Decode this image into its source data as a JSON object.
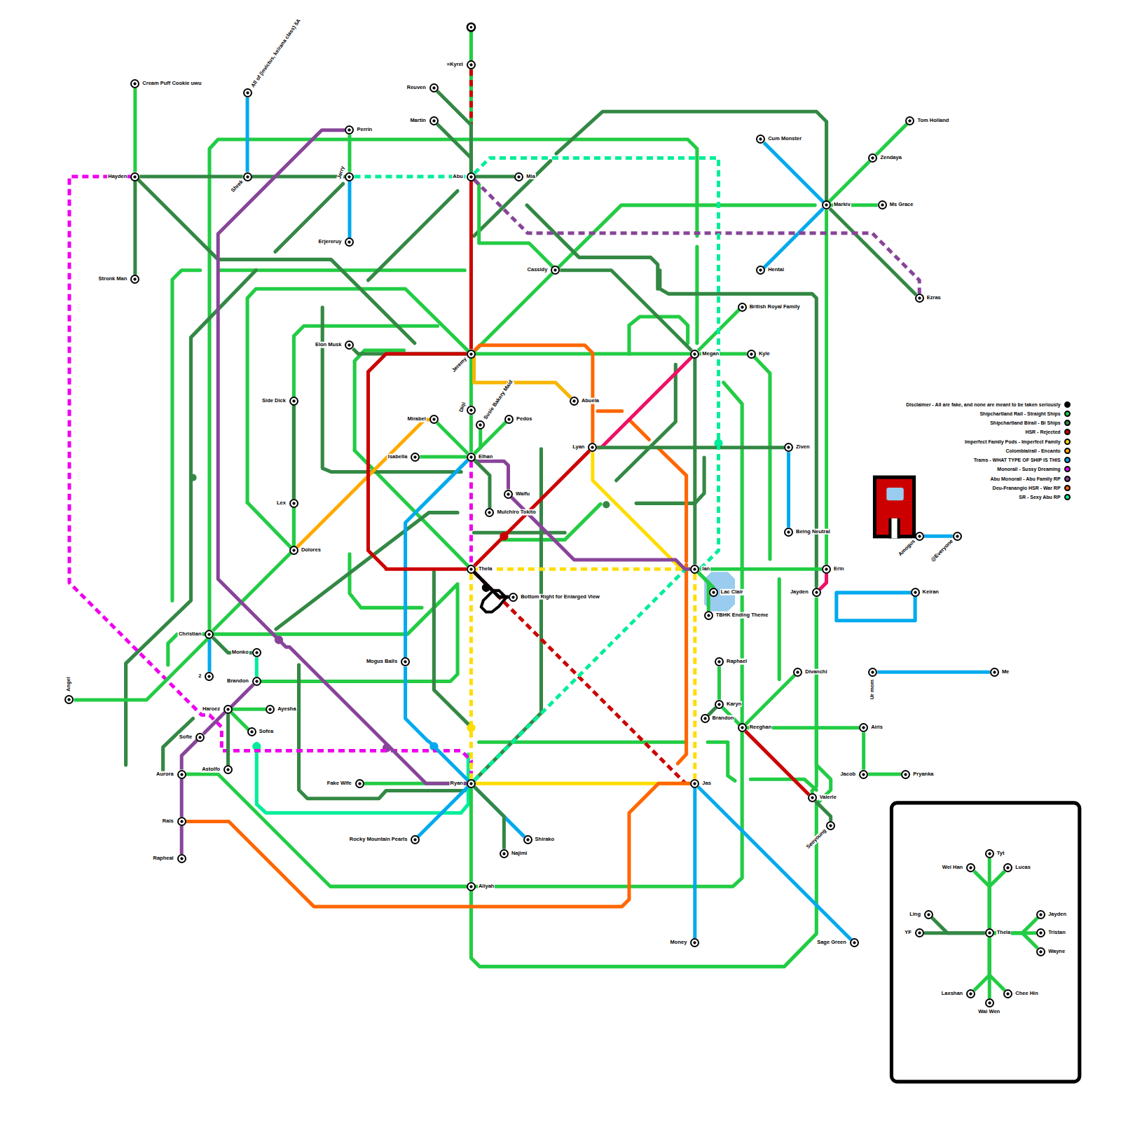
{
  "diagram": {
    "nodes": [
      {
        "text": [
          "=Kyrel"
        ]
      },
      {
        "text": [
          "Reuven"
        ]
      },
      {
        "text": [
          "Martin"
        ]
      },
      {
        "text": [
          "Cream Puff Cookie uwu"
        ]
      },
      {
        "text": [
          "All of (invictus, keirana class) 5A"
        ]
      },
      {
        "text": [
          "Perrin"
        ]
      },
      {
        "text": [
          "Tom Holland"
        ]
      },
      {
        "text": [
          "Cum Monster"
        ]
      },
      {
        "text": [
          "Zendaya"
        ]
      },
      {
        "text": [
          "Hayden"
        ]
      },
      {
        "text": [
          "Shrek"
        ]
      },
      {
        "text": [
          "Jerry"
        ]
      },
      {
        "text": [
          "Abu"
        ]
      },
      {
        "text": [
          "Mia"
        ]
      },
      {
        "text": [
          "Markiv"
        ]
      },
      {
        "text": [
          "Ms Grace"
        ]
      },
      {
        "text": [
          "Erjereruy"
        ]
      },
      {
        "text": [
          "Cassidy"
        ]
      },
      {
        "text": [
          "Hentai"
        ]
      },
      {
        "text": [
          "Stronk Man"
        ]
      },
      {
        "text": [
          "Ezras"
        ]
      },
      {
        "text": [
          "British Royal Family"
        ]
      },
      {
        "text": [
          "Elon Musk"
        ]
      },
      {
        "text": [
          "Jeremy"
        ]
      },
      {
        "text": [
          "Megan"
        ]
      },
      {
        "text": [
          "Kyle"
        ]
      },
      {
        "text": [
          "Side Dick"
        ]
      },
      {
        "text": [
          "Abuela"
        ]
      },
      {
        "text": [
          "Diqi"
        ]
      },
      {
        "text": [
          "Mirabel"
        ]
      },
      {
        "text": [
          "Pedos"
        ]
      },
      {
        "text": [
          "Susie Bakery Maid"
        ]
      },
      {
        "text": [
          "Lyan"
        ]
      },
      {
        "text": [
          "Ziven"
        ]
      },
      {
        "text": [
          "Isabella"
        ]
      },
      {
        "text": [
          "Elhan"
        ]
      },
      {
        "text": [
          "Waifu"
        ]
      },
      {
        "text": [
          "Lex"
        ]
      },
      {
        "text": [
          "Mulchiro Tokito"
        ]
      },
      {
        "text": [
          "Being Neutral"
        ]
      },
      {
        "text": [
          "Amogus"
        ]
      },
      {
        "text": [
          "@Everyone"
        ]
      },
      {
        "text": [
          "Dolores"
        ]
      },
      {
        "text": [
          "Thela"
        ]
      },
      {
        "text": [
          "Ian"
        ]
      },
      {
        "text": [
          "Erin"
        ]
      },
      {
        "text": [
          "Lac Clair"
        ]
      },
      {
        "text": [
          "Jayden"
        ]
      },
      {
        "text": [
          "Keiran"
        ]
      },
      {
        "text": [
          "Bottom Right for Enlarged View"
        ]
      },
      {
        "text": [
          "TBHK Ending Theme"
        ]
      },
      {
        "text": [
          "Christian"
        ]
      },
      {
        "text": [
          "Monko"
        ]
      },
      {
        "text": [
          "Mogus Balls"
        ]
      },
      {
        "text": [
          "Raphael"
        ]
      },
      {
        "text": [
          "Ur mom"
        ]
      },
      {
        "text": [
          "Me"
        ]
      },
      {
        "text": [
          "Divanchi"
        ]
      },
      {
        "text": [
          "2"
        ]
      },
      {
        "text": [
          "Brandon"
        ]
      },
      {
        "text": [
          "Angel"
        ]
      },
      {
        "text": [
          "Haroez"
        ]
      },
      {
        "text": [
          "Ayesha"
        ]
      },
      {
        "text": [
          "Karyn"
        ]
      },
      {
        "text": [
          "Brandon"
        ]
      },
      {
        "text": [
          "Reeghan"
        ]
      },
      {
        "text": [
          "Airis"
        ]
      },
      {
        "text": [
          "Sofea"
        ]
      },
      {
        "text": [
          "Sofie"
        ]
      },
      {
        "text": [
          "Astolfo"
        ]
      },
      {
        "text": [
          "Aurora"
        ]
      },
      {
        "text": [
          "Jacob"
        ]
      },
      {
        "text": [
          "Pryanka"
        ]
      },
      {
        "text": [
          "Fake Wife"
        ]
      },
      {
        "text": [
          "Ryan"
        ]
      },
      {
        "text": [
          "Jas"
        ]
      },
      {
        "text": [
          "Valerie"
        ]
      },
      {
        "text": [
          "Rais"
        ]
      },
      {
        "text": [
          "Seoyoung"
        ]
      },
      {
        "text": [
          "Rocky Mountain Pearls"
        ]
      },
      {
        "text": [
          "Shirako"
        ]
      },
      {
        "text": [
          "Najimi"
        ]
      },
      {
        "text": [
          "Rapheal"
        ]
      },
      {
        "text": [
          "Aliyah"
        ]
      },
      {
        "text": [
          "Money"
        ]
      },
      {
        "text": [
          "Sage Green"
        ]
      },
      {
        "text": [
          "Tyt"
        ]
      },
      {
        "text": [
          "Wei Han"
        ]
      },
      {
        "text": [
          "Lucas"
        ]
      },
      {
        "text": [
          "Ling"
        ]
      },
      {
        "text": [
          "Jayden"
        ]
      },
      {
        "text": [
          "YF"
        ]
      },
      {
        "text": [
          "Thela"
        ]
      },
      {
        "text": [
          "Tristan"
        ]
      },
      {
        "text": [
          "Wayne"
        ]
      },
      {
        "text": [
          "Laxshan"
        ]
      },
      {
        "text": [
          "Chee Hin"
        ]
      },
      {
        "text": [
          "Wai Wen"
        ]
      }
    ],
    "edges": [
      {
        "from": 0,
        "to": 12,
        "arrow": "none"
      },
      {
        "from": 1,
        "to": 12,
        "arrow": "none"
      },
      {
        "from": 2,
        "to": 12,
        "arrow": "none"
      },
      {
        "from": 12,
        "to": 13,
        "arrow": "none"
      },
      {
        "from": 3,
        "to": 9,
        "arrow": "none"
      },
      {
        "from": 9,
        "to": 19,
        "arrow": "none"
      },
      {
        "from": 9,
        "to": 10,
        "arrow": "none"
      },
      {
        "from": 10,
        "to": 11,
        "arrow": "none"
      },
      {
        "from": 11,
        "to": 12,
        "arrow": "none"
      },
      {
        "from": 4,
        "to": 10,
        "arrow": "none"
      },
      {
        "from": 5,
        "to": 11,
        "arrow": "none"
      },
      {
        "from": 11,
        "to": 16,
        "arrow": "none"
      },
      {
        "from": 9,
        "to": 74,
        "arrow": "none"
      },
      {
        "from": 6,
        "to": 8,
        "arrow": "none"
      },
      {
        "from": 8,
        "to": 14,
        "arrow": "none"
      },
      {
        "from": 14,
        "to": 15,
        "arrow": "none"
      },
      {
        "from": 7,
        "to": 14,
        "arrow": "none"
      },
      {
        "from": 14,
        "to": 18,
        "arrow": "none"
      },
      {
        "from": 14,
        "to": 20,
        "arrow": "none"
      },
      {
        "from": 14,
        "to": 45,
        "arrow": "none"
      },
      {
        "from": 12,
        "to": 23,
        "arrow": "none"
      },
      {
        "from": 23,
        "to": 28,
        "arrow": "none"
      },
      {
        "from": 28,
        "to": 35,
        "arrow": "none"
      },
      {
        "from": 35,
        "to": 43,
        "arrow": "none"
      },
      {
        "from": 43,
        "to": 74,
        "arrow": "none"
      },
      {
        "from": 74,
        "to": 83,
        "arrow": "none"
      },
      {
        "from": 17,
        "to": 23,
        "arrow": "none"
      },
      {
        "from": 12,
        "to": 17,
        "arrow": "none"
      },
      {
        "from": 22,
        "to": 23,
        "arrow": "none"
      },
      {
        "from": 23,
        "to": 24,
        "arrow": "none"
      },
      {
        "from": 24,
        "to": 25,
        "arrow": "none"
      },
      {
        "from": 24,
        "to": 21,
        "arrow": "none"
      },
      {
        "from": 24,
        "to": 44,
        "arrow": "none"
      },
      {
        "from": 24,
        "to": 32,
        "arrow": "none"
      },
      {
        "from": 32,
        "to": 44,
        "arrow": "none"
      },
      {
        "from": 32,
        "to": 33,
        "arrow": "none"
      },
      {
        "from": 33,
        "to": 39,
        "arrow": "none"
      },
      {
        "from": 23,
        "to": 27,
        "arrow": "none"
      },
      {
        "from": 42,
        "to": 29,
        "arrow": "none"
      },
      {
        "from": 29,
        "to": 35,
        "arrow": "none"
      },
      {
        "from": 34,
        "to": 35,
        "arrow": "none"
      },
      {
        "from": 35,
        "to": 30,
        "arrow": "none"
      },
      {
        "from": 35,
        "to": 31,
        "arrow": "none"
      },
      {
        "from": 35,
        "to": 36,
        "arrow": "none"
      },
      {
        "from": 35,
        "to": 38,
        "arrow": "none"
      },
      {
        "from": 35,
        "to": 53,
        "arrow": "none"
      },
      {
        "from": 53,
        "to": 74,
        "arrow": "none"
      },
      {
        "from": 26,
        "to": 37,
        "arrow": "none"
      },
      {
        "from": 37,
        "to": 42,
        "arrow": "none"
      },
      {
        "from": 43,
        "to": 44,
        "arrow": "none"
      },
      {
        "from": 44,
        "to": 45,
        "arrow": "none"
      },
      {
        "from": 47,
        "to": 45,
        "arrow": "none"
      },
      {
        "from": 44,
        "to": 46,
        "arrow": "none"
      },
      {
        "from": 44,
        "to": 50,
        "arrow": "none"
      },
      {
        "from": 44,
        "to": 75,
        "arrow": "none"
      },
      {
        "from": 43,
        "to": 75,
        "arrow": "none"
      },
      {
        "from": 74,
        "to": 44,
        "arrow": "none"
      },
      {
        "from": 74,
        "to": 75,
        "arrow": "none"
      },
      {
        "from": 75,
        "to": 84,
        "arrow": "none"
      },
      {
        "from": 75,
        "to": 85,
        "arrow": "none"
      },
      {
        "from": 77,
        "to": 75,
        "arrow": "none"
      },
      {
        "from": 23,
        "to": 32,
        "arrow": "none"
      },
      {
        "from": 43,
        "to": 49,
        "arrow": "none"
      },
      {
        "from": 51,
        "to": 58,
        "arrow": "none"
      },
      {
        "from": 51,
        "to": 42,
        "arrow": "none"
      },
      {
        "from": 51,
        "to": 52,
        "arrow": "none"
      },
      {
        "from": 60,
        "to": 51,
        "arrow": "none"
      },
      {
        "from": 52,
        "to": 59,
        "arrow": "none"
      },
      {
        "from": 59,
        "to": 61,
        "arrow": "none"
      },
      {
        "from": 61,
        "to": 62,
        "arrow": "none"
      },
      {
        "from": 61,
        "to": 67,
        "arrow": "none"
      },
      {
        "from": 61,
        "to": 68,
        "arrow": "none"
      },
      {
        "from": 68,
        "to": 70,
        "arrow": "none"
      },
      {
        "from": 70,
        "to": 77,
        "arrow": "none"
      },
      {
        "from": 77,
        "to": 82,
        "arrow": "none"
      },
      {
        "from": 70,
        "to": 83,
        "arrow": "none"
      },
      {
        "from": 69,
        "to": 61,
        "arrow": "none"
      },
      {
        "from": 73,
        "to": 74,
        "arrow": "none"
      },
      {
        "from": 74,
        "to": 79,
        "arrow": "none"
      },
      {
        "from": 74,
        "to": 80,
        "arrow": "none"
      },
      {
        "from": 74,
        "to": 81,
        "arrow": "none"
      },
      {
        "from": 54,
        "to": 63,
        "arrow": "none"
      },
      {
        "from": 63,
        "to": 64,
        "arrow": "none"
      },
      {
        "from": 63,
        "to": 65,
        "arrow": "none"
      },
      {
        "from": 65,
        "to": 57,
        "arrow": "none"
      },
      {
        "from": 65,
        "to": 66,
        "arrow": "none"
      },
      {
        "from": 66,
        "to": 71,
        "arrow": "none"
      },
      {
        "from": 71,
        "to": 72,
        "arrow": "none"
      },
      {
        "from": 65,
        "to": 76,
        "arrow": "none"
      },
      {
        "from": 76,
        "to": 78,
        "arrow": "none"
      },
      {
        "from": 47,
        "to": 76,
        "arrow": "none"
      },
      {
        "from": 55,
        "to": 56,
        "arrow": "none"
      },
      {
        "from": 40,
        "to": 41,
        "arrow": "none"
      },
      {
        "from": 86,
        "to": 92,
        "arrow": "none"
      },
      {
        "from": 87,
        "to": 92,
        "arrow": "none"
      },
      {
        "from": 88,
        "to": 92,
        "arrow": "none"
      },
      {
        "from": 89,
        "to": 92,
        "arrow": "none"
      },
      {
        "from": 91,
        "to": 92,
        "arrow": "none"
      },
      {
        "from": 90,
        "to": 92,
        "arrow": "none"
      },
      {
        "from": 93,
        "to": 92,
        "arrow": "none"
      },
      {
        "from": 94,
        "to": 92,
        "arrow": "none"
      },
      {
        "from": 95,
        "to": 92,
        "arrow": "none"
      },
      {
        "from": 96,
        "to": 92,
        "arrow": "none"
      },
      {
        "from": 97,
        "to": 92,
        "arrow": "none"
      },
      {
        "from": 12,
        "to": 20,
        "arrow": "none"
      },
      {
        "from": 5,
        "to": 74,
        "arrow": "none"
      },
      {
        "from": 12,
        "to": 44,
        "arrow": "none"
      },
      {
        "from": 36,
        "to": 44,
        "arrow": "none"
      },
      {
        "from": 17,
        "to": 24,
        "arrow": "none"
      },
      {
        "from": 43,
        "to": 32,
        "arrow": "none"
      },
      {
        "from": 23,
        "to": 43,
        "arrow": "none"
      }
    ],
    "legend": [
      {
        "text": "Disclaimer - All are fake, and none are meant to be taken seriously",
        "color": "#000000"
      },
      {
        "text": "Shipchartland Rail - Straight Ships",
        "color": "#22cc44"
      },
      {
        "text": "Shipchartland Birail - Bi Ships",
        "color": "#338844"
      },
      {
        "text": "HSR - Rejected",
        "color": "#cc0000"
      },
      {
        "text": "Imperfect Family Pods - Imperfect Family",
        "color": "#ffdd00"
      },
      {
        "text": "Colombiairail - Encanto",
        "color": "#ffaa00"
      },
      {
        "text": "Trams - WHAT TYPE OF SHIP IS THIS",
        "color": "#00aaee"
      },
      {
        "text": "Monorail - Sussy Dreaming",
        "color": "#ee00ee"
      },
      {
        "text": "Abu Monorail - Abu Family RP",
        "color": "#884499"
      },
      {
        "text": "Deu-Franangio HSR - War RP",
        "color": "#ff6600"
      },
      {
        "text": "SR - Sexy Abu RP",
        "color": "#00ee99"
      }
    ]
  }
}
